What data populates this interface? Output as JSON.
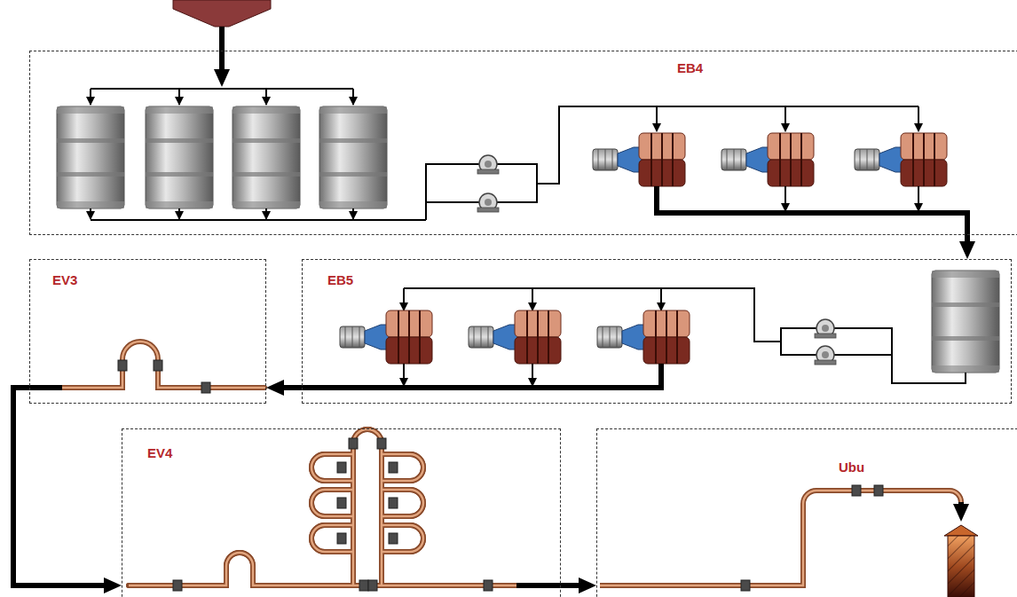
{
  "diagram": {
    "nodes": [
      {
        "text": [
          "EB4"
        ]
      },
      {
        "text": [
          "EB5"
        ]
      },
      {
        "text": [
          "EV3"
        ]
      },
      {
        "text": [
          "EV4"
        ]
      },
      {
        "text": [
          "Ubu"
        ]
      }
    ],
    "edges": [
      {
        "from": 0,
        "to": 1,
        "arrow": "to"
      },
      {
        "from": 1,
        "to": 2,
        "arrow": "to"
      },
      {
        "from": 2,
        "to": 3,
        "arrow": "to"
      },
      {
        "from": 3,
        "to": 4,
        "arrow": "to"
      }
    ]
  }
}
